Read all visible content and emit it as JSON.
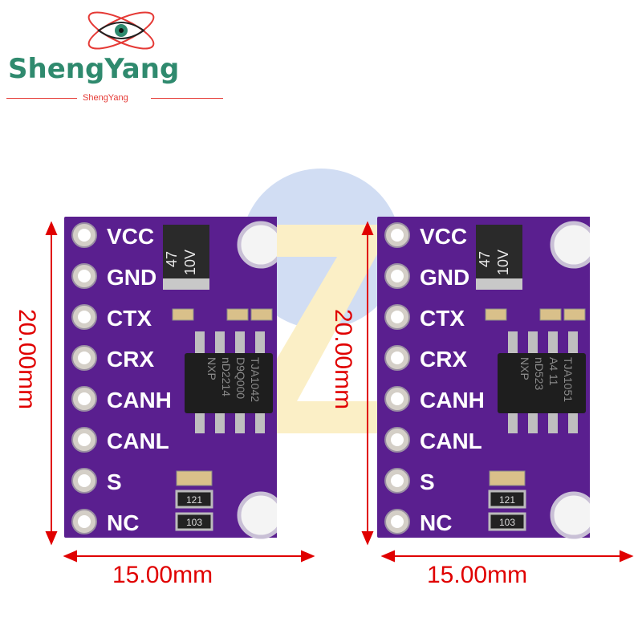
{
  "brand": {
    "name": "ShengYang",
    "sub": "ShengYang"
  },
  "colors": {
    "pcb": "#5a1f8f",
    "dim": "#e00000",
    "brand": "#2f8a6e",
    "accent": "#e53935"
  },
  "boards": [
    {
      "pins": [
        "VCC",
        "GND",
        "CTX",
        "CRX",
        "CANH",
        "CANL",
        "S",
        "NC"
      ],
      "chip_lines": [
        "TJA1042",
        "D9Q000",
        "nD2214",
        "NXP"
      ],
      "cap": [
        "47",
        "10V"
      ],
      "res": [
        "121",
        "103"
      ],
      "width_label": "15.00mm",
      "height_label": "20.00mm"
    },
    {
      "pins": [
        "VCC",
        "GND",
        "CTX",
        "CRX",
        "CANH",
        "CANL",
        "S",
        "NC"
      ],
      "chip_lines": [
        "TJA1051",
        "A4 11",
        "nD523",
        "NXP"
      ],
      "cap": [
        "47",
        "10V"
      ],
      "res": [
        "121",
        "103"
      ],
      "width_label": "15.00mm",
      "height_label": "20.00mm"
    }
  ]
}
